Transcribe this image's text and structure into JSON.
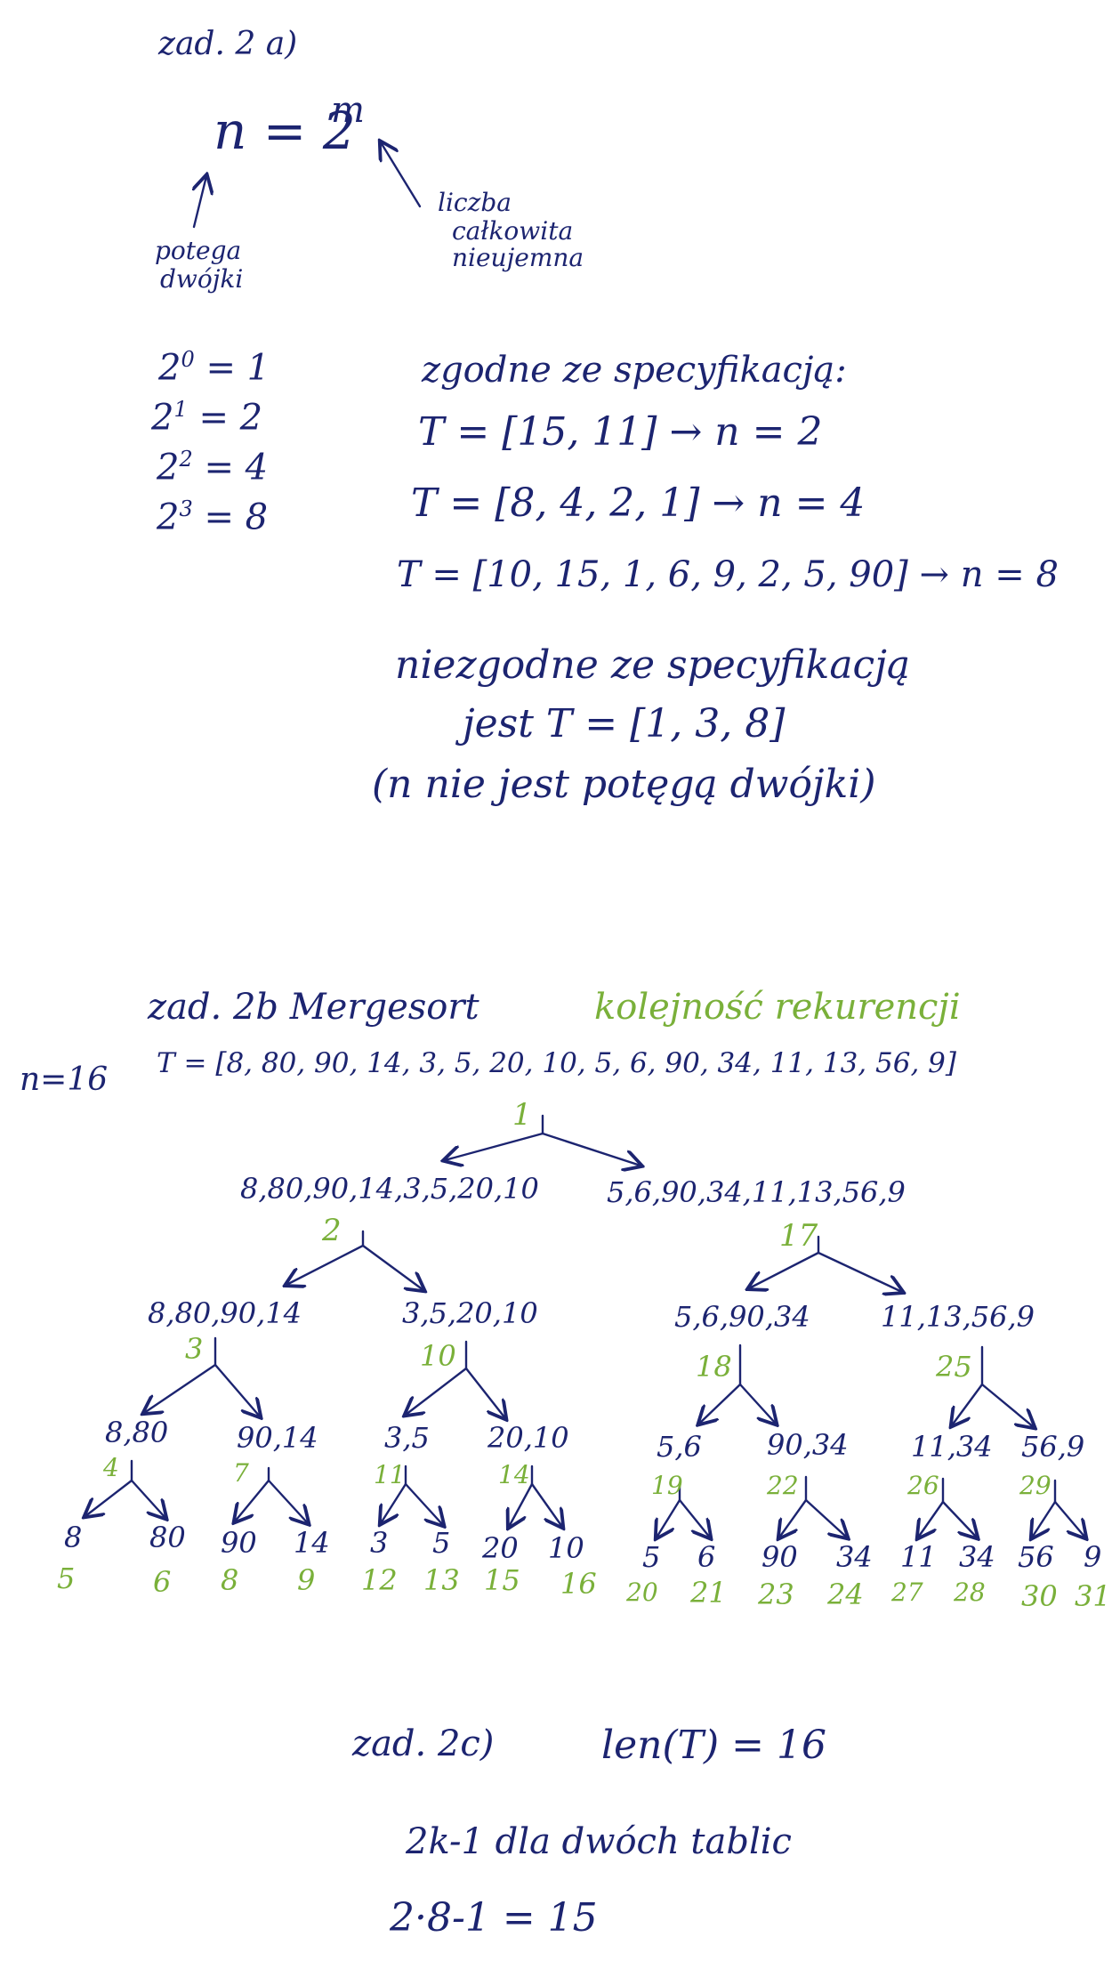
{
  "colors": {
    "ink": "#1c2470",
    "green": "#7ab03a"
  },
  "part_a": {
    "heading": "zad. 2 a)",
    "formula": {
      "base": "n = 2",
      "exponent": "m"
    },
    "note_power": [
      "potega",
      "dwójki"
    ],
    "note_integer": [
      "liczba",
      "całkowita",
      "nieujemna"
    ],
    "powers": [
      {
        "base": "2",
        "exp": "0",
        "rhs": "= 1"
      },
      {
        "base": "2",
        "exp": "1",
        "rhs": "= 2"
      },
      {
        "base": "2",
        "exp": "2",
        "rhs": "= 4"
      },
      {
        "base": "2",
        "exp": "3",
        "rhs": "= 8"
      }
    ],
    "compliant_heading": "zgodne ze specyfikacją:",
    "compliant_examples": [
      "T = [15, 11] → n = 2",
      "T = [8, 4, 2, 1] → n = 4",
      "T = [10, 15, 1, 6, 9, 2, 5, 90] → n = 8"
    ],
    "noncompliant_line1": "niezgodne ze specyfikacją",
    "noncompliant_line2": "jest  T = [1, 3, 8]",
    "noncompliant_line3": "(n nie jest potęgą dwójki)"
  },
  "part_b": {
    "heading": "zad. 2b  Mergesort",
    "order_heading": "kolejność rekurencji",
    "n_label": "n=16",
    "input_array": "T = [8, 80, 90, 14, 3, 5, 20, 10, 5, 6, 90, 34, 11, 13, 56, 9]",
    "tree": {
      "level1": [
        "8,80,90,14,3,5,20,10",
        "5,6,90,34,11,13,56,9"
      ],
      "level2": [
        "8,80,90,14",
        "3,5,20,10",
        "5,6,90,34",
        "11,13,56,9"
      ],
      "level3": [
        "8,80",
        "90,14",
        "3,5",
        "20,10",
        "5,6",
        "90,34",
        "11,34",
        "56,9"
      ],
      "leaves": [
        "8",
        "80",
        "90",
        "14",
        "3",
        "5",
        "20",
        "10",
        "5",
        "6",
        "90",
        "34",
        "11",
        "34",
        "56",
        "9"
      ]
    },
    "order": {
      "root": "1",
      "level1": [
        "2",
        "17"
      ],
      "level2": [
        "3",
        "10",
        "18",
        "25"
      ],
      "level3": [
        "4",
        "7",
        "11",
        "14",
        "19",
        "22",
        "26",
        "29"
      ],
      "leaves": [
        "5",
        "6",
        "8",
        "9",
        "12",
        "13",
        "15",
        "16",
        "20",
        "21",
        "23",
        "24",
        "27",
        "28",
        "30",
        "31"
      ]
    }
  },
  "part_c": {
    "heading": "zad. 2c)",
    "len": "len(T) = 16",
    "rule": "2k-1  dla  dwóch  tablic",
    "calc": "2·8-1 = 15"
  }
}
